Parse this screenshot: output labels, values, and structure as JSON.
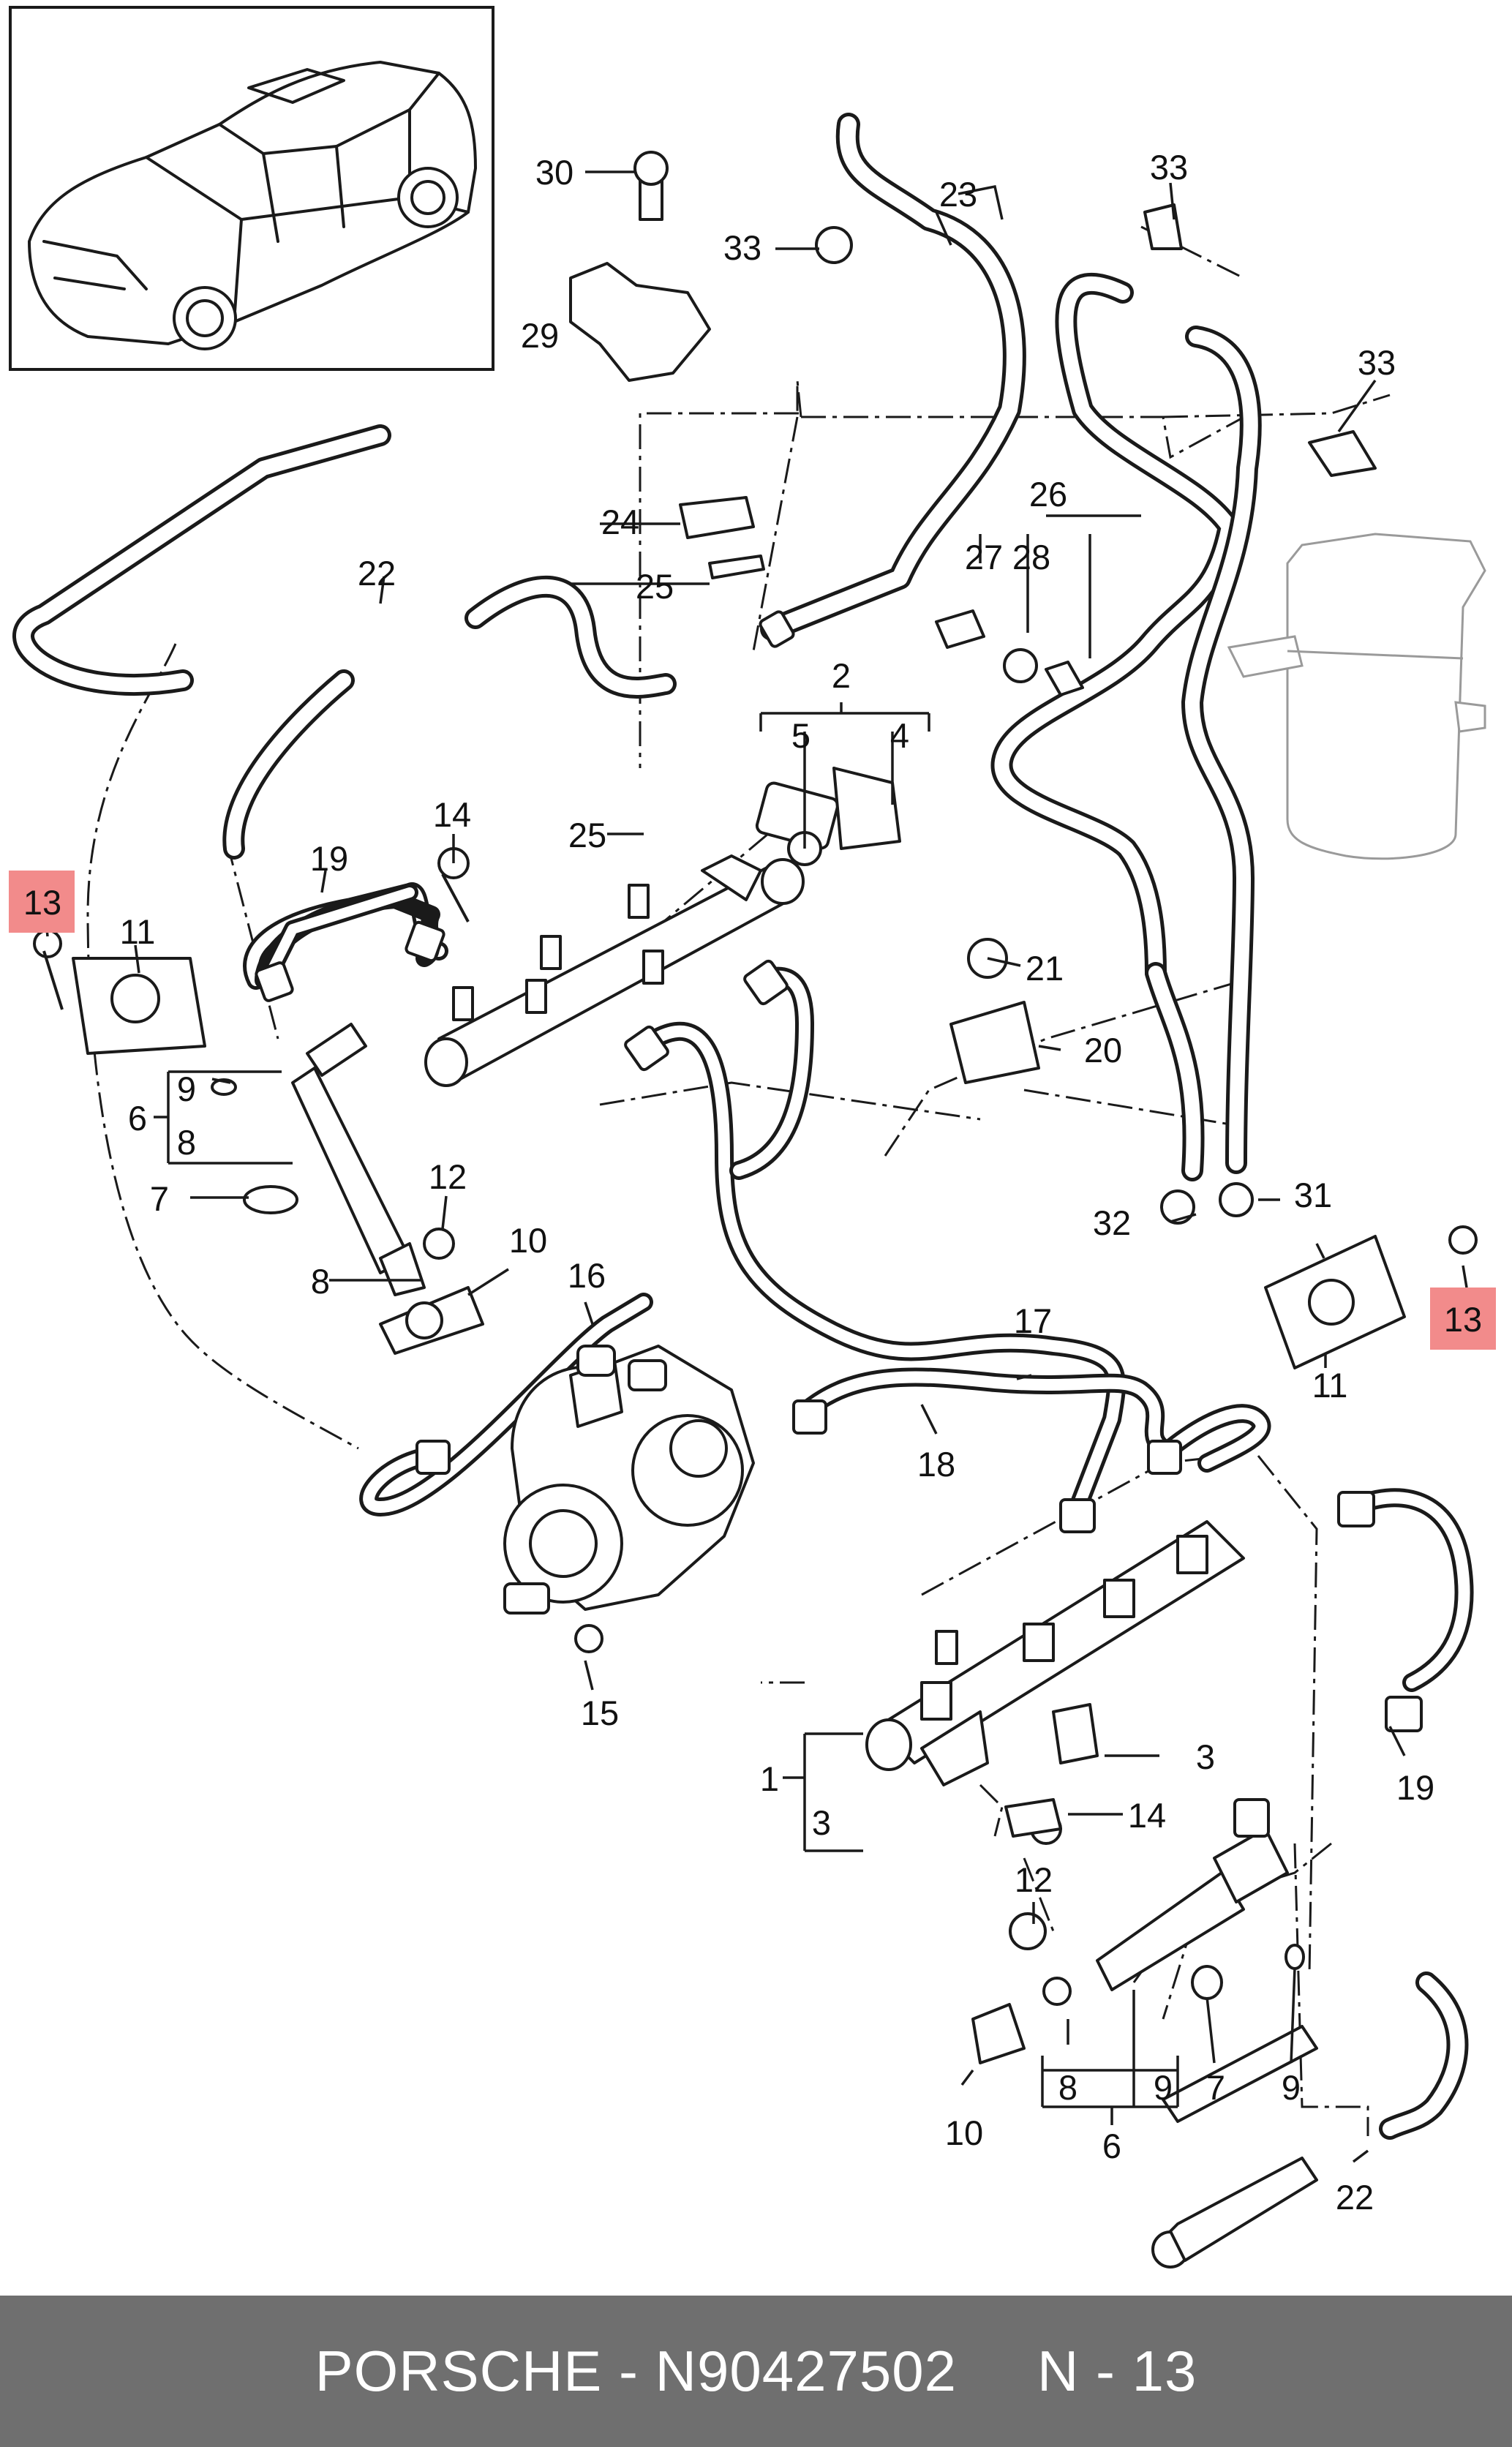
{
  "footer": {
    "brand_part": "PORSCHE - N90427502",
    "ref": "N - 13"
  },
  "callouts": {
    "c1": "1",
    "c2": "2",
    "c3a": "3",
    "c3b": "3",
    "c4": "4",
    "c5": "5",
    "c6a": "6",
    "c6b": "6",
    "c7a": "7",
    "c7b": "7",
    "c8a": "8",
    "c8b": "8",
    "c8c": "8",
    "c9a": "9",
    "c9b": "9",
    "c9c": "9",
    "c10a": "10",
    "c10b": "10",
    "c11a": "11",
    "c11b": "11",
    "c12a": "12",
    "c12b": "12",
    "c13a": "13",
    "c13b": "13",
    "c14a": "14",
    "c14b": "14",
    "c15": "15",
    "c16": "16",
    "c17": "17",
    "c18": "18",
    "c19a": "19",
    "c19b": "19",
    "c20": "20",
    "c21": "21",
    "c22a": "22",
    "c22b": "22",
    "c23": "23",
    "c24": "24",
    "c25a": "25",
    "c25b": "25",
    "c26": "26",
    "c27": "27",
    "c28": "28",
    "c29": "29",
    "c30": "30",
    "c31": "31",
    "c32": "32",
    "c33a": "33",
    "c33b": "33",
    "c33c": "33"
  },
  "highlight": {
    "color": "#f28b8b",
    "part": "13"
  },
  "colors": {
    "footer_bg": "#6f6f6f",
    "line": "#1a1a1a"
  }
}
